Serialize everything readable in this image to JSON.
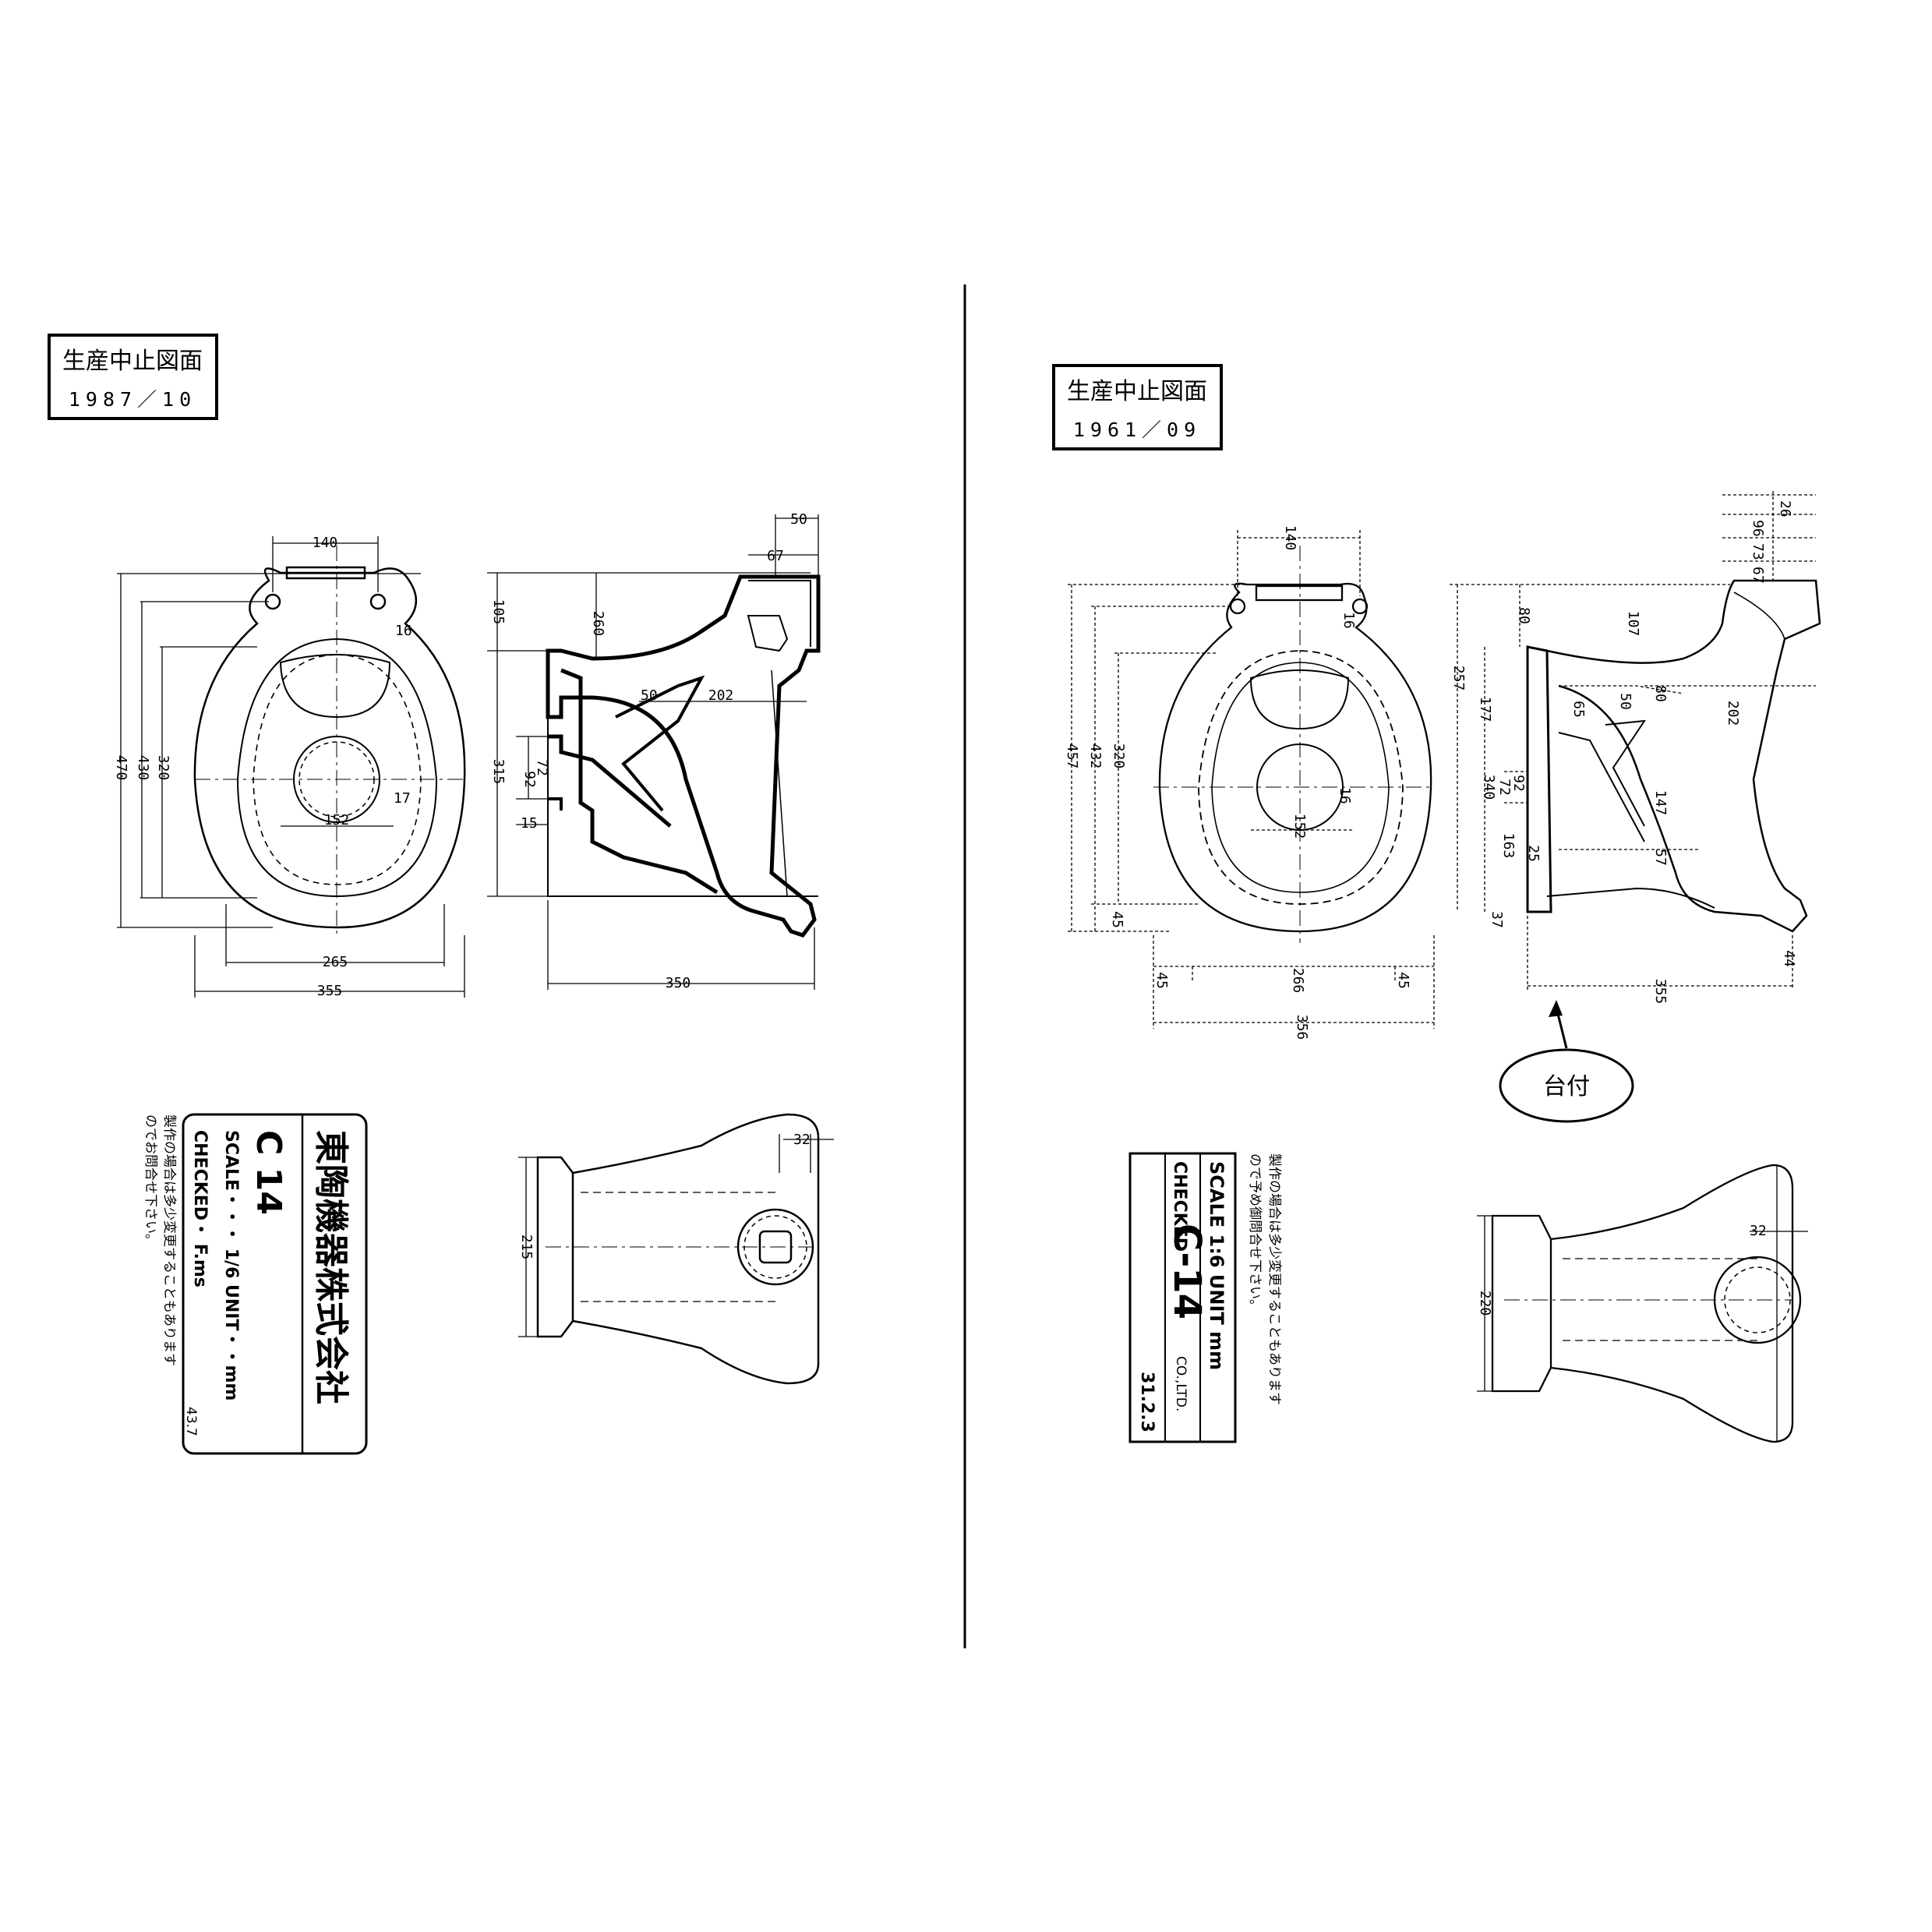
{
  "left_sheet": {
    "stamp": {
      "title": "生産中止図面",
      "date": "1987／10"
    },
    "plan_dims": {
      "d140": "140",
      "d16": "16",
      "d320": "320",
      "d430": "430",
      "d470": "470",
      "d152": "152",
      "d17": "17",
      "d265": "265",
      "d355": "355"
    },
    "side_dims": {
      "d50": "50",
      "d67": "67",
      "d105": "105",
      "d260": "260",
      "d202": "202",
      "d50b": "50",
      "d315": "315",
      "d72": "72",
      "d92": "92",
      "d15": "15",
      "d350": "350"
    },
    "title_block": {
      "company": "東陶機器株式会社",
      "model": "C 14",
      "scale": "SCALE・・・ 1/6 UNIT・・mm",
      "checked": "CHECKED・ F.ms",
      "note_line1": "製作の場合は多少変更することもあります",
      "note_line2": "のでお問合せ下さい。",
      "number": "43.7"
    },
    "front_dims": {
      "d32": "32",
      "d215": "215"
    }
  },
  "right_sheet": {
    "stamp": {
      "title": "生産中止図面",
      "date": "1961／09"
    },
    "plan_dims": {
      "d140": "140",
      "d16": "16",
      "d457": "457",
      "d432": "432",
      "d320": "320",
      "d152": "152",
      "d16b": "16",
      "d45a": "45",
      "d266": "266",
      "d45b": "45",
      "d45c": "45",
      "d356": "356"
    },
    "side_dims": {
      "d26": "26",
      "d96": "96",
      "d73": "73",
      "d67": "67",
      "d80": "80",
      "d107": "107",
      "d257": "257",
      "d177": "177",
      "d65": "65",
      "d50": "50",
      "d80b": "80",
      "d202": "202",
      "d72": "72",
      "d92": "92",
      "d340": "340",
      "d147": "147",
      "d163": "163",
      "d57": "57",
      "d25": "25",
      "d37": "37",
      "d44": "44",
      "d355": "355"
    },
    "base_tag": "台付",
    "title_block": {
      "scale": "SCALE 1:6 UNIT mm",
      "checked": "CHECKED",
      "model": "C-14",
      "ltd": "CO.,LTD.",
      "date_code": "31.2.3",
      "note_line1": "製作の場合は多少変更することもあります",
      "note_line2": "ので予め御問合せ下さい。"
    },
    "front_dims": {
      "d32": "32",
      "d220": "220"
    }
  }
}
